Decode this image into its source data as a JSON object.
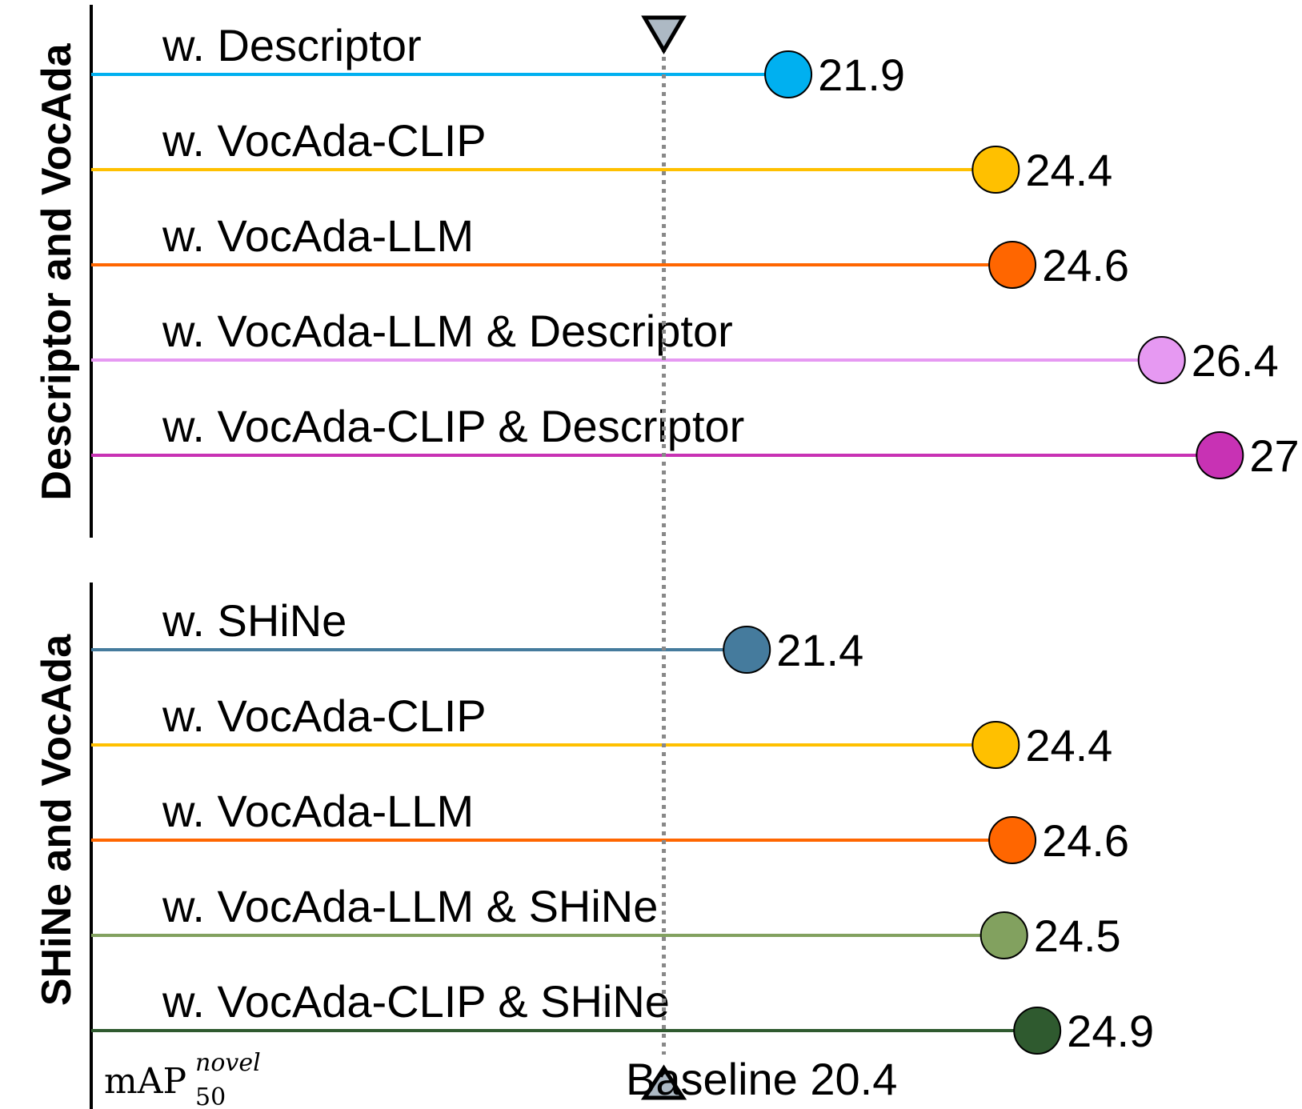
{
  "chart_data": {
    "type": "lollipop",
    "baseline": {
      "value": 20.4,
      "label": "Baseline 20.4"
    },
    "metric_label": {
      "base": "mAP",
      "superscript": "novel",
      "subscript": "50"
    },
    "x_range": [
      13.5,
      28.0
    ],
    "groups": [
      {
        "title": "Descriptor and VocAda",
        "items": [
          {
            "label": "w. Descriptor",
            "value": 21.9,
            "value_label": "21.9",
            "color": "#00b0f0"
          },
          {
            "label": "w. VocAda-CLIP",
            "value": 24.4,
            "value_label": "24.4",
            "color": "#ffc000"
          },
          {
            "label": "w. VocAda-LLM",
            "value": 24.6,
            "value_label": "24.6",
            "color": "#ff6600"
          },
          {
            "label": "w. VocAda-LLM & Descriptor",
            "value": 26.4,
            "value_label": "26.4",
            "color": "#e699f2"
          },
          {
            "label": "w. VocAda-CLIP & Descriptor",
            "value": 27.1,
            "value_label": "27.1",
            "color": "#c832b4"
          }
        ]
      },
      {
        "title": "SHiNe and VocAda",
        "items": [
          {
            "label": "w. SHiNe",
            "value": 21.4,
            "value_label": "21.4",
            "color": "#457b9d"
          },
          {
            "label": "w. VocAda-CLIP",
            "value": 24.4,
            "value_label": "24.4",
            "color": "#ffc000"
          },
          {
            "label": "w. VocAda-LLM",
            "value": 24.6,
            "value_label": "24.6",
            "color": "#ff6600"
          },
          {
            "label": "w. VocAda-LLM & SHiNe",
            "value": 24.5,
            "value_label": "24.5",
            "color": "#82a15f"
          },
          {
            "label": "w. VocAda-CLIP & SHiNe",
            "value": 24.9,
            "value_label": "24.9",
            "color": "#2f5a2f"
          }
        ]
      }
    ],
    "colors": {
      "baseline_line": "#888888",
      "marker_fill": "#adb9c4",
      "axis": "#000000"
    }
  }
}
